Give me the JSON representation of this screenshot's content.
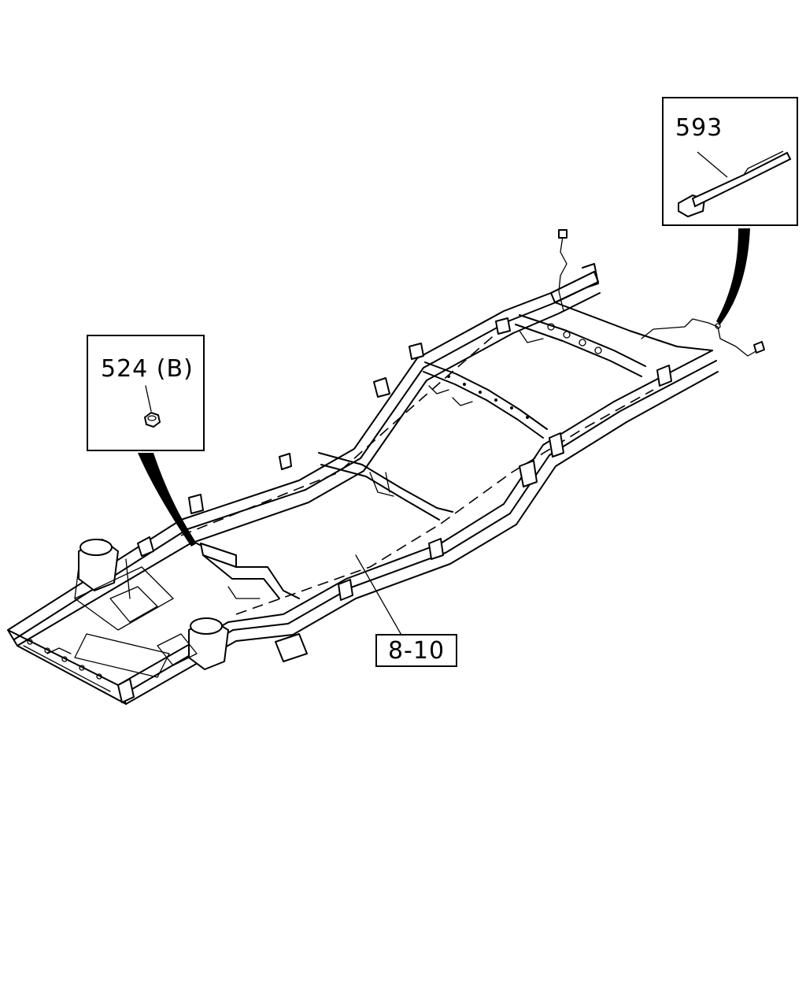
{
  "callouts": {
    "part_593": "593",
    "part_524b": "524 (B)",
    "ref_8_10": "8-10"
  }
}
